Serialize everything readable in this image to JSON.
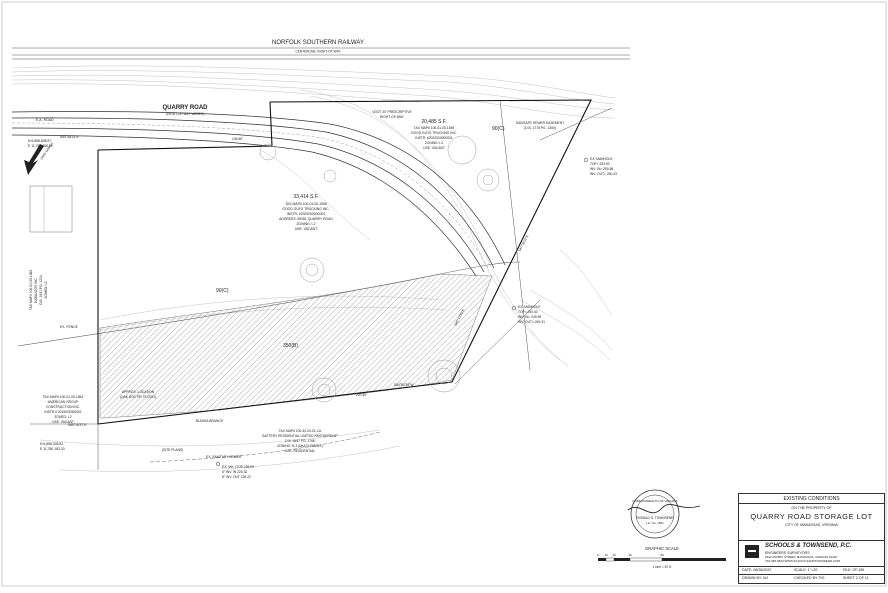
{
  "drawing": {
    "railway_label": "NORFOLK SOUTHERN RAILWAY",
    "railway_sub": "CENTERLINE, RIGHT-OF-WAY",
    "road_label": "QUARRY ROAD",
    "road_sub": "(RIGHT-OF-WAY VARIES)",
    "road_small": "E.A. ROAD",
    "parcel_main": {
      "area": "33,414 S.F.",
      "lines": [
        "TAX MAP# 100-01-00-1598",
        "GOOD GUYS TRUCKING INC.",
        "INSTR. #2022000000001",
        "ADDRESS: #9281 QUARRY ROAD",
        "ZONING: I-2",
        "USE: VACANT"
      ]
    },
    "parcel_ne": {
      "area": "20,485 S.F.",
      "lines": [
        "TAX MAP# 100-01-00-1539",
        "GOOD GUYS TRUCKING INC.",
        "INSTR. #2022000000001",
        "ZONING: I-2",
        "USE: VACANT"
      ]
    },
    "prescriptive_row": [
      "VDOT 30' PRESCRIPTIVE",
      "RIGHT-OF-WAY"
    ],
    "sanitary_easement": [
      "SANITARY SEWER EASEMENT",
      "(D.B. 1778 PG. 1300)"
    ],
    "zone_90c_a": "90(C)",
    "zone_90c_b": "90(C)",
    "zone_350b": "350(B)",
    "ex_fence": "EX. FENCE",
    "parcel_sw": [
      "TAX MAP# 100-01-00-1554",
      "AMERICAN GROUP",
      "CONSTRUCTION INC.",
      "INSTR.# 2016000000001",
      "ZONED: I-2",
      "USE: VACANT"
    ],
    "parcel_west": [
      "TAX MAP# 100-01-00-1565",
      "KARAJOOS INC.",
      "D.B. 1891 PG. 1234",
      "ZONED: I-2"
    ],
    "parcel_south": [
      "TAX MAP# 100-44-00-21-CA",
      "BATTERY RESIDENTIAL LIMITED PARTNERSHIP",
      "D.B. 1657 PG. 1766",
      "ZONING: R-3 (MULTI-FAMILY)",
      "USE: RESIDENTIAL"
    ],
    "approx_location": [
      "APPROX. LOCATION",
      "(DAK SOC PR. FLOOD)"
    ],
    "manhole_ne": [
      "EX. MANHOLE",
      "TOP= 253.90",
      "INV. IN= 250.68",
      "INV. OUT= 250.43"
    ],
    "manhole_mid": [
      "EX. MANHOLE",
      "TOP= 250.40",
      "INV. IN= 249.69",
      "INV. OUT= 249.31"
    ],
    "manhole_sw": [
      "EX. MH. (TOP 235.59",
      "8\" INV. IN 226.32",
      "8\" INV. OUT 226.22"
    ],
    "sanitary_sewer": "EX. SANITARY SEWER",
    "site_plans": "(SITE PLANS)",
    "buddia_branch": "BUDDIA BRANCH",
    "north_label": "GRID NORTH",
    "coord_top": "N 6,858,808.97",
    "coord_top_e": "E 11,780,065.69",
    "coord_bottom": "N 6,858,006.52",
    "coord_bottom_e": "E 11,780,183.33",
    "bearings": [
      "N49°58'23\"E",
      "136.58'",
      "S84°50'39\"W",
      "220.30'",
      "S47°35'02\"E",
      "S40°12'55\"E",
      "S89°18'37\"E"
    ],
    "scale_bar_label": "GRAPHIC SCALE",
    "scale_note": "1 inch = 20 ft.",
    "scale_ticks": [
      "0",
      "10",
      "20",
      "40",
      "80"
    ]
  },
  "title_block": {
    "drawing_name": "EXISTING CONDITIONS",
    "on_property": "ON THE PROPERTY OF",
    "project": "QUARRY ROAD STORAGE LOT",
    "location": "CITY OF MANASSAS, VIRGINIA",
    "firm": "SCHOOLS & TOWNSEND, P.C.",
    "firm_sub": "ENGINEERS    SURVEYORS",
    "firm_addr": "9302 MOSBY STREET   MANASSAS, VIRGINIA 20110",
    "firm_phone": "703-368-9823   WWW.SCHOOLSANDTOWNSEND.COM",
    "date": "DATE: 08/26/2022",
    "scale": "SCALE: 1\"=20'",
    "file": "FILE: 2P-155",
    "drawn": "DRAWN BY: WJ",
    "checked": "CHECKED BY: RG",
    "sheet": "SHEET 2 OF 11"
  },
  "seal": {
    "ring_top": "COMMONWEALTH OF VIRGINIA",
    "name": "RONALD G. TOWNSEND",
    "license": "Lic. No. 1651"
  }
}
